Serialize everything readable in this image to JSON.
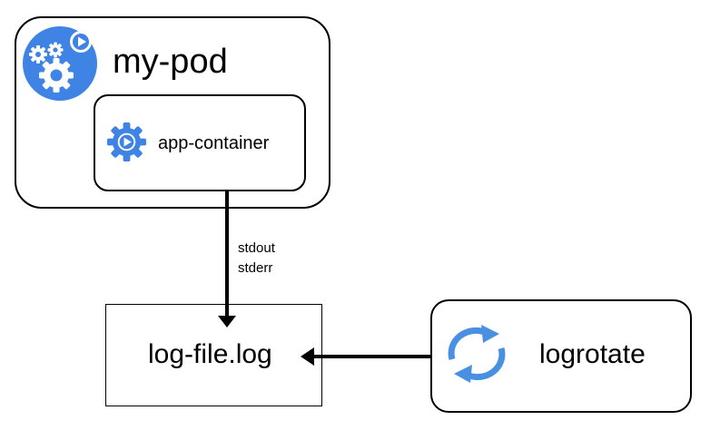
{
  "nodes": {
    "pod": {
      "label": "my-pod",
      "icon": "pod-gears-play-icon"
    },
    "container": {
      "label": "app-container",
      "icon": "container-gear-play-icon"
    },
    "log_file": {
      "label": "log-file.log"
    },
    "logrotate": {
      "label": "logrotate",
      "icon": "rotate-arrows-icon"
    }
  },
  "edges": {
    "container_to_logfile": {
      "label_line1": "stdout",
      "label_line2": "stderr"
    },
    "logrotate_to_logfile": {}
  },
  "colors": {
    "icon_blue": "#3f83e4",
    "rotate_blue": "#4a90e2",
    "stroke": "#000000"
  }
}
